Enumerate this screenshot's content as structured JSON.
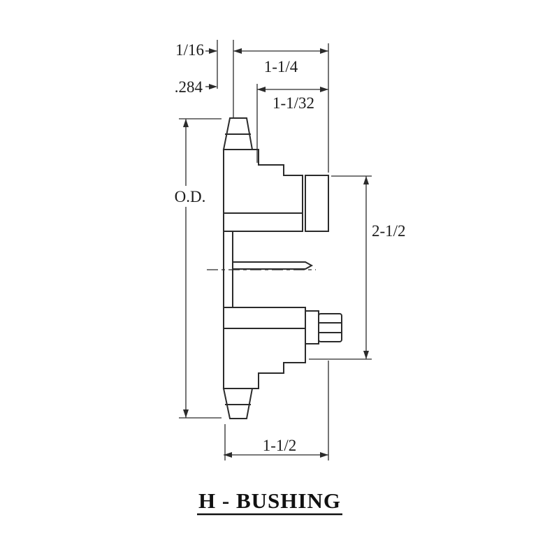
{
  "page": {
    "background": "#ffffff",
    "line_color": "#2b2b2b"
  },
  "drawing": {
    "title": "H - BUSHING",
    "dimension_labels": {
      "tooth_gap": "1/16",
      "hub_total_width": "1-1/4",
      "plate_thickness": ".284",
      "bushing_length": "1-1/32",
      "outer_diameter": "O.D.",
      "flange_diameter": "2-1/2",
      "overall_width": "1-1/2"
    }
  }
}
